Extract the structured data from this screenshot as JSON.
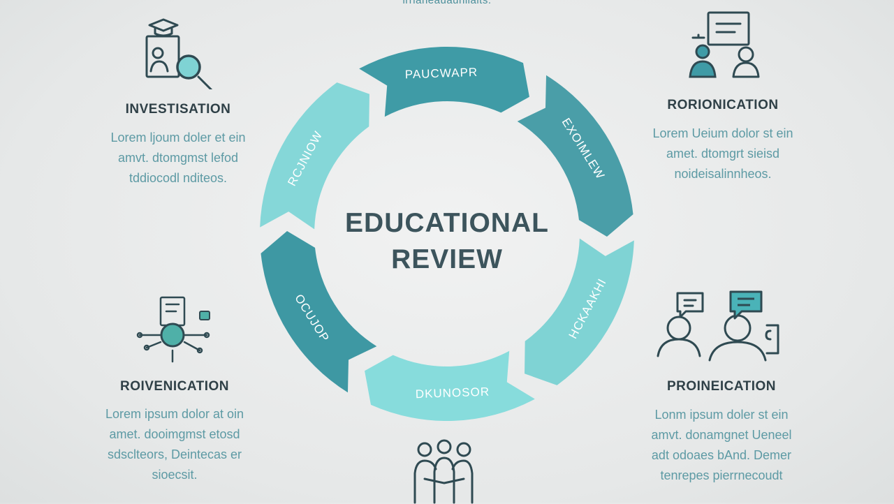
{
  "top_fragment": "irrianeauauniiaits.",
  "center": {
    "line1": "EDUCATIONAL",
    "line2": "REVIEW"
  },
  "cycle_segments": [
    {
      "label": "PAUCWAPR",
      "color": "#3f9ba6"
    },
    {
      "label": "EXOIMLEW",
      "color": "#4a9ea8"
    },
    {
      "label": "HCKAAKHI",
      "color": "#7fd3d4"
    },
    {
      "label": "DKUNOSOR",
      "color": "#87dcdc"
    },
    {
      "label": "OCUJOP",
      "color": "#3e98a3"
    },
    {
      "label": "RCJNIOW",
      "color": "#85d7d8"
    }
  ],
  "blocks": {
    "top_left": {
      "title": "INVESTISATION",
      "lines": [
        "Lorem ljoum doler et ein",
        "amvt. dtomgmst lefod",
        "tddiocodl nditeos."
      ],
      "icon": "graduate-magnifier-icon"
    },
    "top_right": {
      "title": "RORIONICATION",
      "lines": [
        "Lorem Ueium dolor st ein",
        "amet. dtomgrt sieisd",
        "noideisalinnheos."
      ],
      "icon": "presentation-people-icon"
    },
    "bottom_left": {
      "title": "ROIVENICATION",
      "lines": [
        "Lorem ipsum dolor at oin",
        "amet. dooimgmst etosd",
        "sdsclteors, Deintecas er",
        "sioecsit."
      ],
      "icon": "circuit-brain-icon"
    },
    "bottom_right": {
      "title": "PROINEICATION",
      "lines": [
        "Lonm ipsum doler st ein",
        "amvt. donamgnet Ueneel",
        "adt odoaes bAnd. Demer",
        "tenrepes pierrnecoudt"
      ],
      "icon": "discussion-people-icon"
    },
    "bottom_center": {
      "icon": "group-people-icon"
    }
  }
}
